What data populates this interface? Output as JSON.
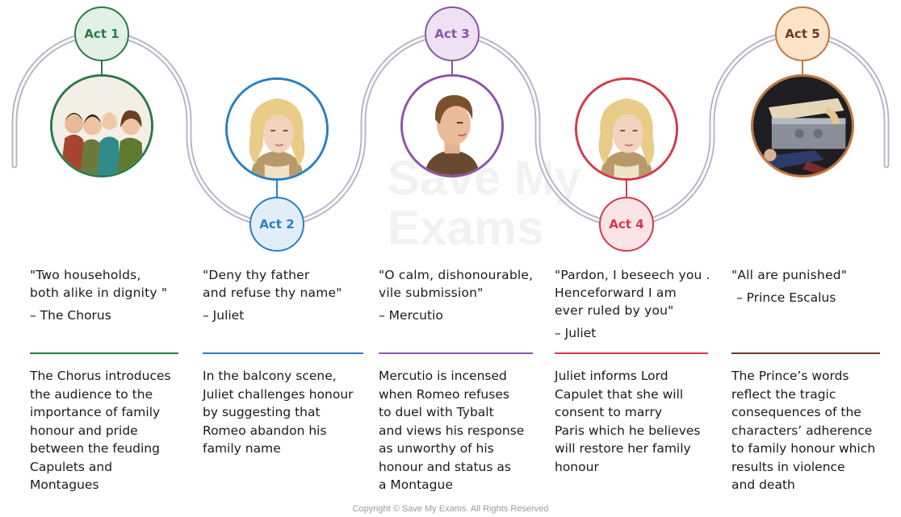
{
  "colors": {
    "track": "#b6b7c9",
    "act1": "#2a7a4a",
    "act2": "#2b7fc0",
    "act3": "#8a55a8",
    "act4": "#d23a4e",
    "act5": "#6a3a2a",
    "act1_fill": "#e2f1e4",
    "act2_fill": "#e1eef9",
    "act3_fill": "#ede1f3",
    "act4_fill": "#fbe3e6",
    "act5_fill": "#fde3c8",
    "act5_border": "#c07840"
  },
  "watermark": {
    "line1": "Save My",
    "line2": "Exams"
  },
  "acts": [
    {
      "label": "Act 1",
      "portrait_icon": "crowd-portrait-icon",
      "quote": [
        "\"Two households,",
        "both alike in dignity \""
      ],
      "speaker": "– The Chorus",
      "description": [
        "The Chorus introduces",
        "the audience to the",
        "importance of family",
        "honour and pride",
        "between the feuding",
        "Capulets and",
        "Montagues"
      ]
    },
    {
      "label": "Act 2",
      "portrait_icon": "juliet-portrait-icon",
      "quote": [
        "\"Deny thy father",
        "and refuse thy name\""
      ],
      "speaker": "– Juliet",
      "description": [
        "In the balcony scene,",
        "Juliet challenges honour",
        "by suggesting that",
        "Romeo abandon his",
        "family name"
      ]
    },
    {
      "label": "Act 3",
      "portrait_icon": "mercutio-portrait-icon",
      "quote": [
        "\"O calm, dishonourable,",
        "vile submission\""
      ],
      "speaker": "– Mercutio",
      "description": [
        "Mercutio is incensed",
        "when Romeo refuses",
        "to duel with Tybalt",
        "and views his response",
        "as unworthy of his",
        "honour and status as",
        "a Montague"
      ]
    },
    {
      "label": "Act 4",
      "portrait_icon": "juliet-portrait-icon",
      "quote": [
        "\"Pardon, I beseech you .",
        "Henceforward I am",
        "ever ruled by you\""
      ],
      "speaker": "– Juliet",
      "description": [
        "Juliet informs Lord",
        "Capulet that she will",
        "consent to marry",
        "Paris which he believes",
        "will restore her family",
        "honour"
      ]
    },
    {
      "label": "Act 5",
      "portrait_icon": "tomb-portrait-icon",
      "quote": [
        "\"All are punished\""
      ],
      "speaker": "– Prince Escalus",
      "description": [
        "The Prince’s words",
        "reflect the tragic",
        "consequences of the",
        "characters’ adherence",
        "to family honour which",
        "results in violence",
        "and death"
      ]
    }
  ],
  "copyright": "Copyright © Save My Exams. All Rights Reserved"
}
